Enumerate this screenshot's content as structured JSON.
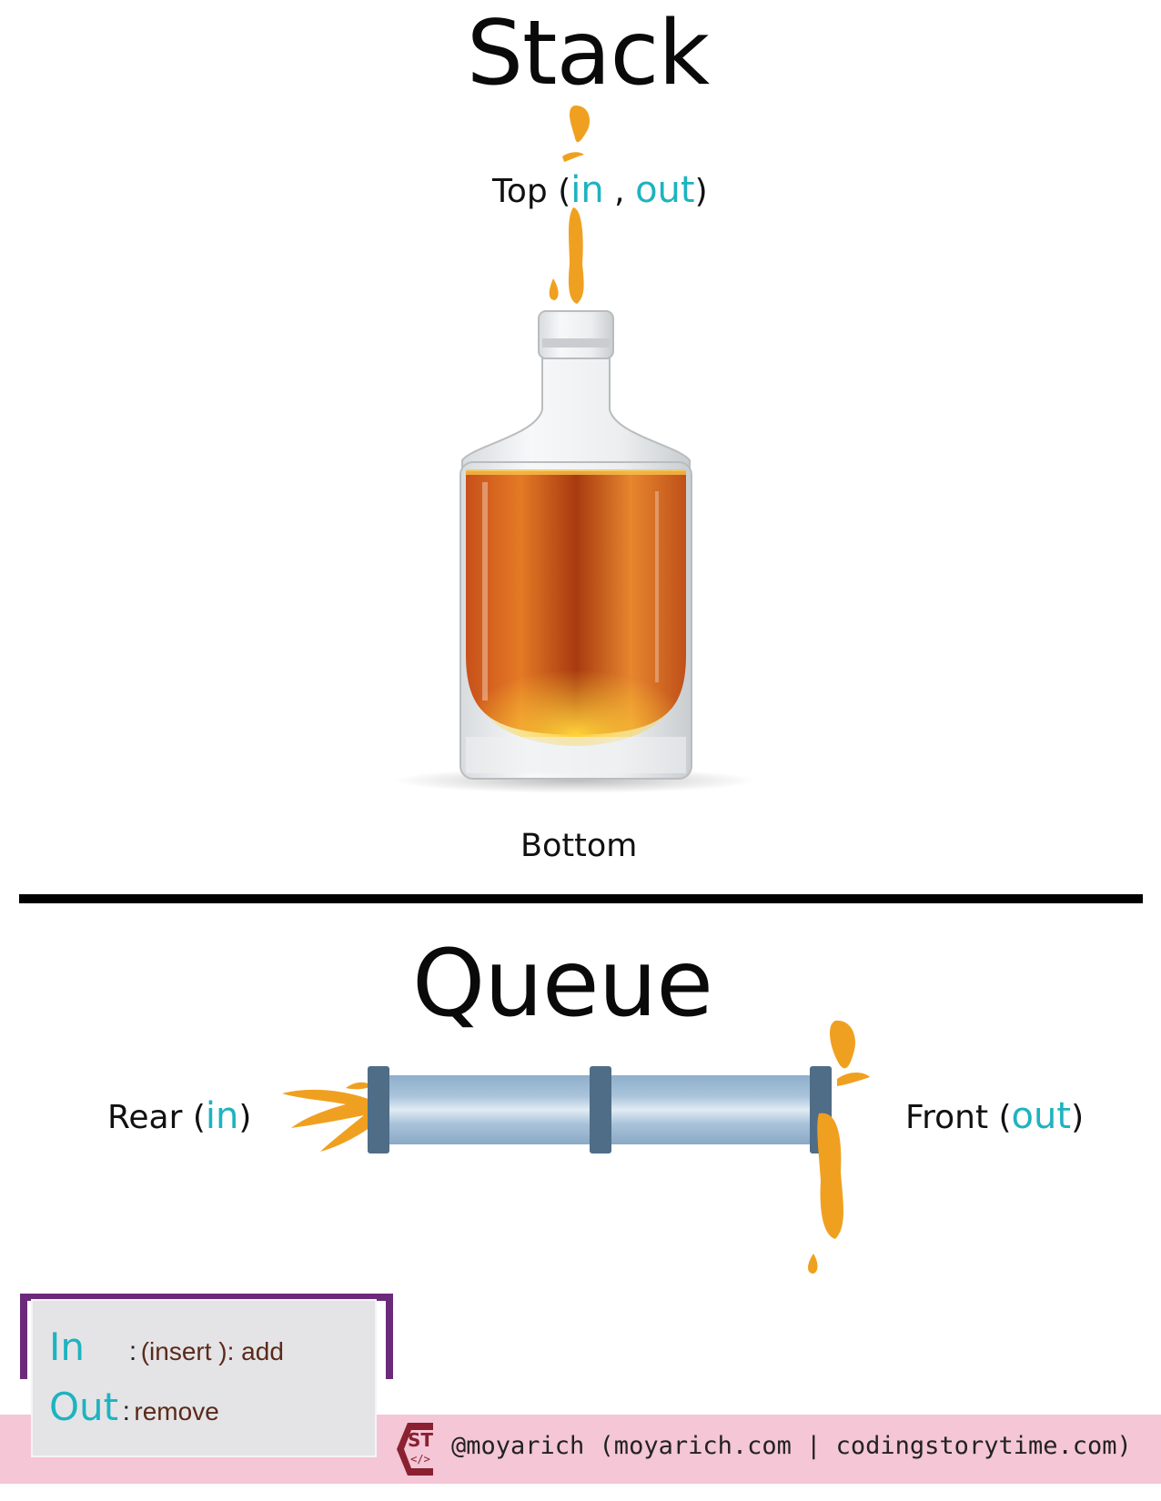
{
  "stack": {
    "title": "Stack",
    "top_label": {
      "prefix": "Top (",
      "in": "in",
      "sep": " , ",
      "out": "out",
      "suffix": ")"
    },
    "bottom_label": "Bottom"
  },
  "queue": {
    "title": "Queue",
    "rear_label": {
      "prefix": "Rear (",
      "in": "in",
      "suffix": ")"
    },
    "front_label": {
      "prefix": "Front (",
      "out": "out",
      "suffix": ")"
    }
  },
  "legend": {
    "in_key": "In",
    "in_colon": ":",
    "in_desc": "(insert ): add",
    "out_key": "Out",
    "out_colon": ":",
    "out_desc": "remove"
  },
  "footer": {
    "logo_text": "ST",
    "logo_code": "</>",
    "credit": "@moyarich (moyarich.com | codingstorytime.com)"
  },
  "colors": {
    "accent_teal": "#1eb3c0",
    "liquid_orange": "#f0a020",
    "legend_border": "#6b2a7a",
    "footer_band": "#f4c6d6",
    "logo_color": "#8a2030"
  },
  "icons": [
    "bottle-illustration",
    "pipe-illustration",
    "splash-icon"
  ]
}
